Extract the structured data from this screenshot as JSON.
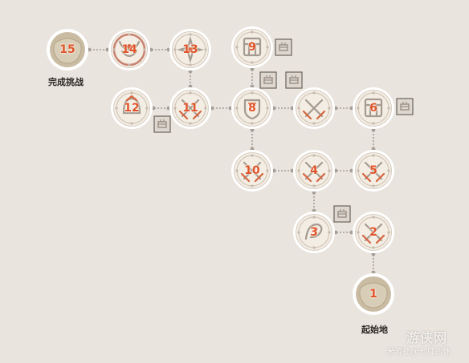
{
  "map": {
    "start_label": "起始地",
    "finish_label": "完成挑战",
    "colors": {
      "background": "#e9e4de",
      "node_fill": "#f3ede4",
      "ring": "#ffffff",
      "line": "#a69f98",
      "number": "#e0542b",
      "endpoint_fill": "#c9bca2",
      "chest_box": "#ddd7d0"
    },
    "nodes": [
      {
        "id": 15,
        "label": "15",
        "kind": "finish"
      },
      {
        "id": 14,
        "label": "14",
        "kind": "boss",
        "icon": "horned-mask-icon"
      },
      {
        "id": 13,
        "label": "13",
        "kind": "event",
        "icon": "compass-star-icon"
      },
      {
        "id": 9,
        "label": "9",
        "kind": "shop",
        "icon": "gate-icon"
      },
      {
        "id": 12,
        "label": "12",
        "kind": "event",
        "icon": "helmet-icon"
      },
      {
        "id": 11,
        "label": "11",
        "kind": "battle",
        "icon": "crossed-swords-icon"
      },
      {
        "id": 8,
        "label": "8",
        "kind": "event",
        "icon": "shield-icon"
      },
      {
        "id": 7,
        "label": "",
        "kind": "battle",
        "icon": "crossed-swords-icon"
      },
      {
        "id": 6,
        "label": "6",
        "kind": "shop",
        "icon": "gate-icon"
      },
      {
        "id": 10,
        "label": "10",
        "kind": "battle",
        "icon": "crossed-swords-icon"
      },
      {
        "id": 4,
        "label": "4",
        "kind": "battle",
        "icon": "crossed-swords-icon"
      },
      {
        "id": 5,
        "label": "5",
        "kind": "battle",
        "icon": "crossed-swords-icon"
      },
      {
        "id": 3,
        "label": "3",
        "kind": "event",
        "icon": "bird-icon"
      },
      {
        "id": 2,
        "label": "2",
        "kind": "battle",
        "icon": "crossed-swords-icon"
      },
      {
        "id": 1,
        "label": "1",
        "kind": "start"
      }
    ],
    "links": [
      [
        15,
        14
      ],
      [
        14,
        13
      ],
      [
        13,
        11
      ],
      [
        12,
        11
      ],
      [
        11,
        8
      ],
      [
        9,
        8
      ],
      [
        8,
        7
      ],
      [
        7,
        6
      ],
      [
        8,
        10
      ],
      [
        10,
        4
      ],
      [
        4,
        5
      ],
      [
        6,
        5
      ],
      [
        4,
        3
      ],
      [
        3,
        2
      ],
      [
        2,
        1
      ]
    ],
    "chests": [
      {
        "near": 9,
        "icon": "chest-icon"
      },
      {
        "near": 12,
        "icon": "chest-icon"
      },
      {
        "near": 8,
        "icon": "chest-icon"
      },
      {
        "near": 8,
        "icon": "chest-icon"
      },
      {
        "near": 6,
        "icon": "chest-icon"
      },
      {
        "near": 3,
        "icon": "chest-icon"
      }
    ]
  },
  "watermark": {
    "logo": "游侠网",
    "text": "米游社@七月的休"
  }
}
